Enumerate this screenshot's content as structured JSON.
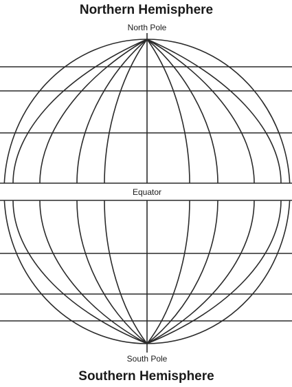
{
  "diagram": {
    "title_top": "Northern Hemisphere",
    "title_bottom": "Southern Hemisphere",
    "north_pole_label": "North Pole",
    "equator_label": "Equator",
    "south_pole_label": "South Pole",
    "colors": {
      "line": "#2a2a2a",
      "background": "#ffffff"
    }
  }
}
